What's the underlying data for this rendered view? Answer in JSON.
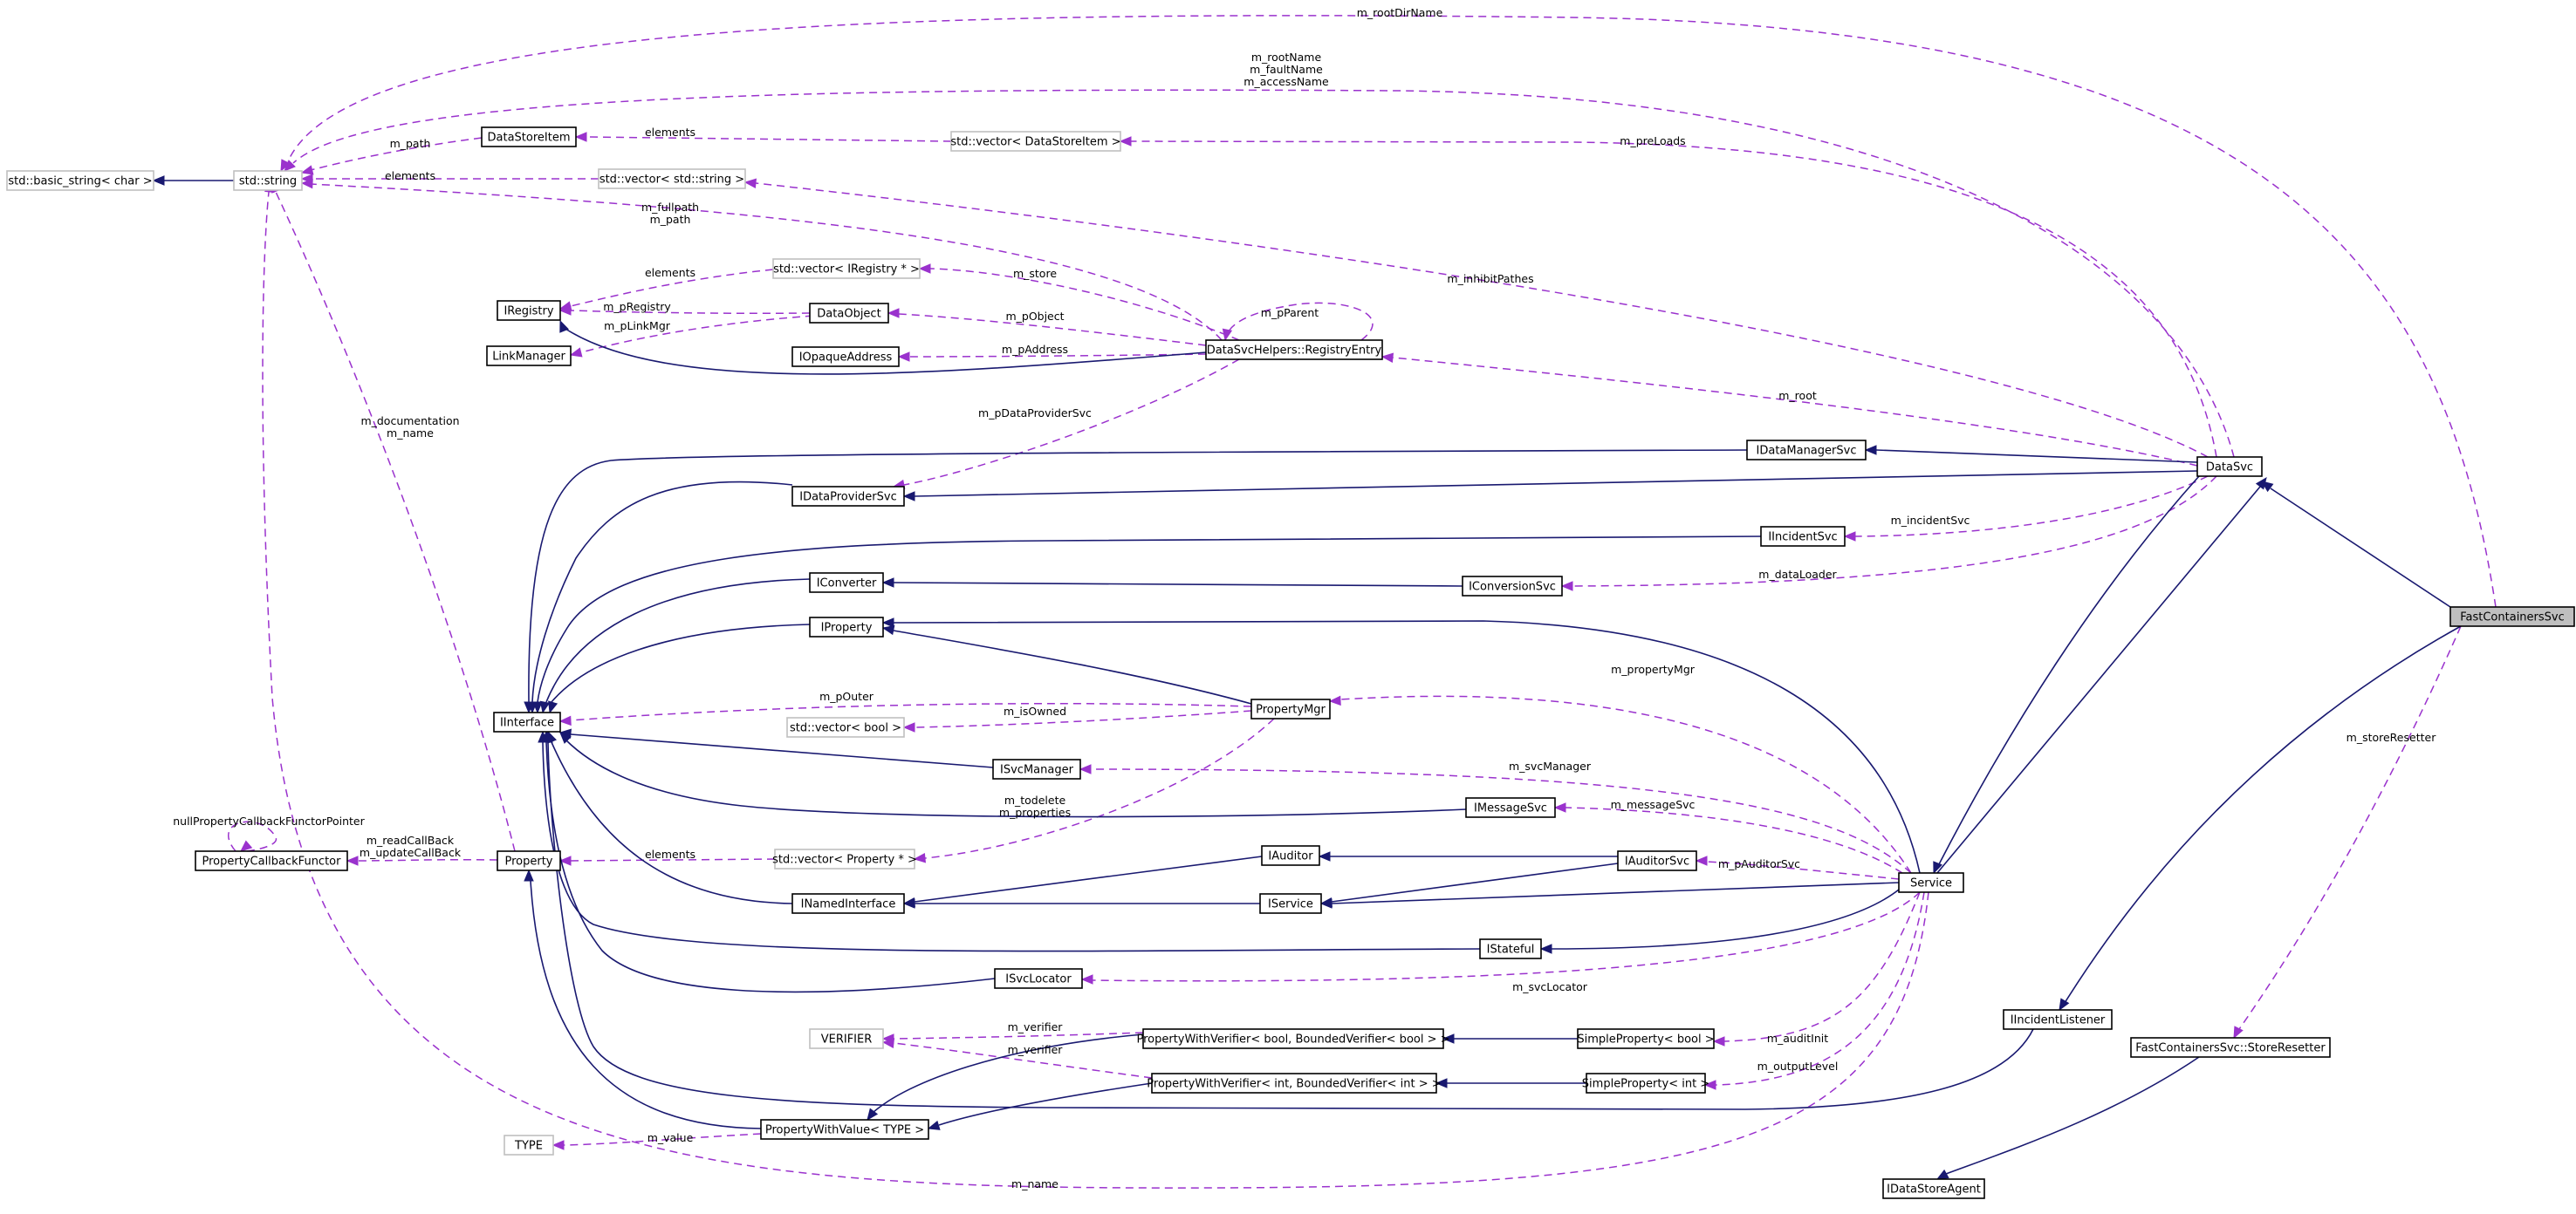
{
  "focus_node": "FastContainersSvc",
  "nodes": [
    {
      "id": "basic_string",
      "label": "std::basic_string< char >",
      "ext": true
    },
    {
      "id": "string",
      "label": "std::string",
      "ext": true
    },
    {
      "id": "DataStoreItem",
      "label": "DataStoreItem"
    },
    {
      "id": "vec_dsi",
      "label": "std::vector< DataStoreItem >",
      "ext": true
    },
    {
      "id": "vec_string",
      "label": "std::vector< std::string >",
      "ext": true
    },
    {
      "id": "vec_ireg",
      "label": "std::vector< IRegistry * >",
      "ext": true
    },
    {
      "id": "IRegistry",
      "label": "IRegistry"
    },
    {
      "id": "DataObject",
      "label": "DataObject"
    },
    {
      "id": "LinkManager",
      "label": "LinkManager"
    },
    {
      "id": "IOpaqueAddress",
      "label": "IOpaqueAddress"
    },
    {
      "id": "RegistryEntry",
      "label": "DataSvcHelpers::RegistryEntry"
    },
    {
      "id": "IDataManagerSvc",
      "label": "IDataManagerSvc"
    },
    {
      "id": "DataSvc",
      "label": "DataSvc"
    },
    {
      "id": "IDataProviderSvc",
      "label": "IDataProviderSvc"
    },
    {
      "id": "IIncidentSvc",
      "label": "IIncidentSvc"
    },
    {
      "id": "IConverter",
      "label": "IConverter"
    },
    {
      "id": "IConversionSvc",
      "label": "IConversionSvc"
    },
    {
      "id": "IProperty",
      "label": "IProperty"
    },
    {
      "id": "IInterface",
      "label": "IInterface"
    },
    {
      "id": "PropertyMgr",
      "label": "PropertyMgr"
    },
    {
      "id": "vec_bool",
      "label": "std::vector< bool >",
      "ext": true
    },
    {
      "id": "ISvcManager",
      "label": "ISvcManager"
    },
    {
      "id": "IMessageSvc",
      "label": "IMessageSvc"
    },
    {
      "id": "PCF",
      "label": "PropertyCallbackFunctor"
    },
    {
      "id": "Property",
      "label": "Property"
    },
    {
      "id": "vec_prop",
      "label": "std::vector< Property * >",
      "ext": true
    },
    {
      "id": "IAuditor",
      "label": "IAuditor"
    },
    {
      "id": "IAuditorSvc",
      "label": "IAuditorSvc"
    },
    {
      "id": "INamedInterface",
      "label": "INamedInterface"
    },
    {
      "id": "IService",
      "label": "IService"
    },
    {
      "id": "Service",
      "label": "Service"
    },
    {
      "id": "IStateful",
      "label": "IStateful"
    },
    {
      "id": "ISvcLocator",
      "label": "ISvcLocator"
    },
    {
      "id": "VERIFIER",
      "label": "VERIFIER",
      "ext": true
    },
    {
      "id": "PWV_bool",
      "label": "PropertyWithVerifier< bool, BoundedVerifier< bool > >"
    },
    {
      "id": "SP_bool",
      "label": "SimpleProperty< bool >"
    },
    {
      "id": "PWV_int",
      "label": "PropertyWithVerifier< int, BoundedVerifier< int > >"
    },
    {
      "id": "SP_int",
      "label": "SimpleProperty< int >"
    },
    {
      "id": "TYPE",
      "label": "TYPE",
      "ext": true
    },
    {
      "id": "PWValue",
      "label": "PropertyWithValue< TYPE >"
    },
    {
      "id": "IIncidentListener",
      "label": "IIncidentListener"
    },
    {
      "id": "FastContainersSvc",
      "label": "FastContainersSvc"
    },
    {
      "id": "StoreResetter",
      "label": "FastContainersSvc::StoreResetter"
    },
    {
      "id": "IDataStoreAgent",
      "label": "IDataStoreAgent"
    }
  ],
  "edge_labels": [
    {
      "id": "rootDirName",
      "lines": [
        "m_rootDirName"
      ]
    },
    {
      "id": "rootName",
      "lines": [
        "m_rootName",
        "m_faultName",
        "m_accessName"
      ]
    },
    {
      "id": "path",
      "lines": [
        "m_path"
      ]
    },
    {
      "id": "elements_dsi",
      "lines": [
        "elements"
      ]
    },
    {
      "id": "preLoads",
      "lines": [
        "m_preLoads"
      ]
    },
    {
      "id": "elements_str",
      "lines": [
        "elements"
      ]
    },
    {
      "id": "fullpath",
      "lines": [
        "m_fullpath",
        "m_path"
      ]
    },
    {
      "id": "inhibitPathes",
      "lines": [
        "m_inhibitPathes"
      ]
    },
    {
      "id": "elements_ireg",
      "lines": [
        "elements"
      ]
    },
    {
      "id": "store",
      "lines": [
        "m_store"
      ]
    },
    {
      "id": "pParent",
      "lines": [
        "m_pParent"
      ]
    },
    {
      "id": "pRegistry",
      "lines": [
        "m_pRegistry"
      ]
    },
    {
      "id": "pObject",
      "lines": [
        "m_pObject"
      ]
    },
    {
      "id": "pLinkMgr",
      "lines": [
        "m_pLinkMgr"
      ]
    },
    {
      "id": "pAddress",
      "lines": [
        "m_pAddress"
      ]
    },
    {
      "id": "root",
      "lines": [
        "m_root"
      ]
    },
    {
      "id": "documentation",
      "lines": [
        "m_documentation",
        "m_name"
      ]
    },
    {
      "id": "pDataProviderSvc",
      "lines": [
        "m_pDataProviderSvc"
      ]
    },
    {
      "id": "incidentSvc",
      "lines": [
        "m_incidentSvc"
      ]
    },
    {
      "id": "dataLoader",
      "lines": [
        "m_dataLoader"
      ]
    },
    {
      "id": "propertyMgr",
      "lines": [
        "m_propertyMgr"
      ]
    },
    {
      "id": "pOuter",
      "lines": [
        "m_pOuter"
      ]
    },
    {
      "id": "isOwned",
      "lines": [
        "m_isOwned"
      ]
    },
    {
      "id": "svcManager",
      "lines": [
        "m_svcManager"
      ]
    },
    {
      "id": "storeResetter",
      "lines": [
        "m_storeResetter"
      ]
    },
    {
      "id": "todelete",
      "lines": [
        "m_todelete",
        "m_properties"
      ]
    },
    {
      "id": "messageSvc",
      "lines": [
        "m_messageSvc"
      ]
    },
    {
      "id": "nullPCFP",
      "lines": [
        "nullPropertyCallbackFunctorPointer"
      ]
    },
    {
      "id": "readCallBack",
      "lines": [
        "m_readCallBack",
        "m_updateCallBack"
      ]
    },
    {
      "id": "elements_prop",
      "lines": [
        "elements"
      ]
    },
    {
      "id": "pAuditorSvc",
      "lines": [
        "m_pAuditorSvc"
      ]
    },
    {
      "id": "svcLocator",
      "lines": [
        "m_svcLocator"
      ]
    },
    {
      "id": "verifier1",
      "lines": [
        "m_verifier"
      ]
    },
    {
      "id": "verifier2",
      "lines": [
        "m_verifier"
      ]
    },
    {
      "id": "auditInit",
      "lines": [
        "m_auditInit"
      ]
    },
    {
      "id": "outputLevel",
      "lines": [
        "m_outputLevel"
      ]
    },
    {
      "id": "value",
      "lines": [
        "m_value"
      ]
    },
    {
      "id": "name",
      "lines": [
        "m_name"
      ]
    }
  ]
}
